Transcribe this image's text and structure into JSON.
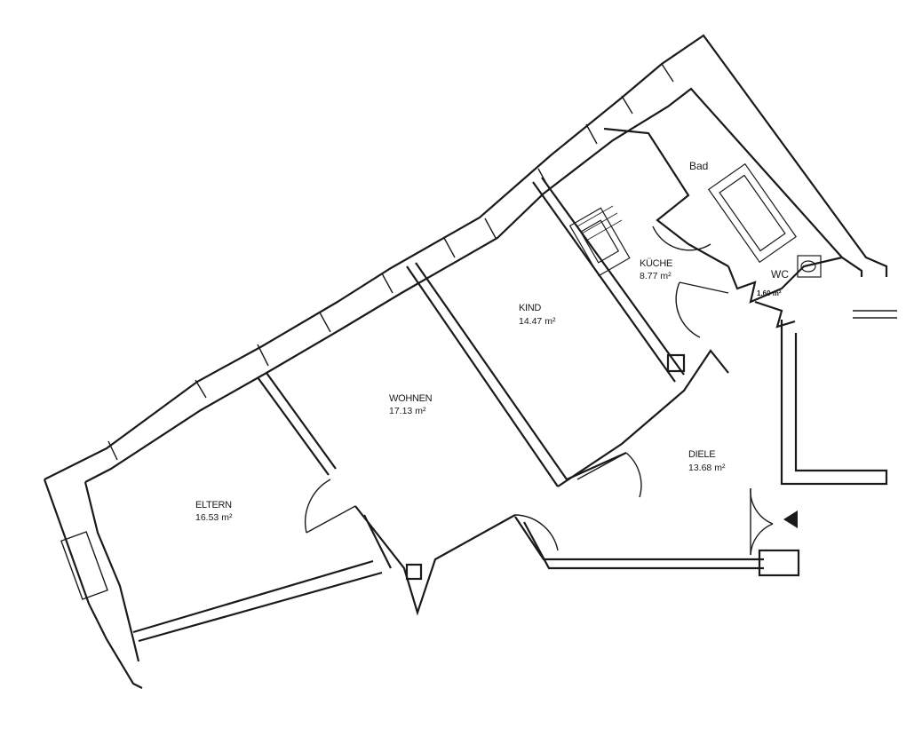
{
  "rooms": [
    {
      "name": "ELTERN",
      "area": "16.53 m²"
    },
    {
      "name": "WOHNEN",
      "area": "17.13 m²"
    },
    {
      "name": "KIND",
      "area": "14.47 m²"
    },
    {
      "name": "KÜCHE",
      "area": "8.77 m²"
    },
    {
      "name": "DIELE",
      "area": "13.68 m²"
    },
    {
      "name": "Bad"
    },
    {
      "name": "WC",
      "area": "1.60 m²"
    }
  ]
}
